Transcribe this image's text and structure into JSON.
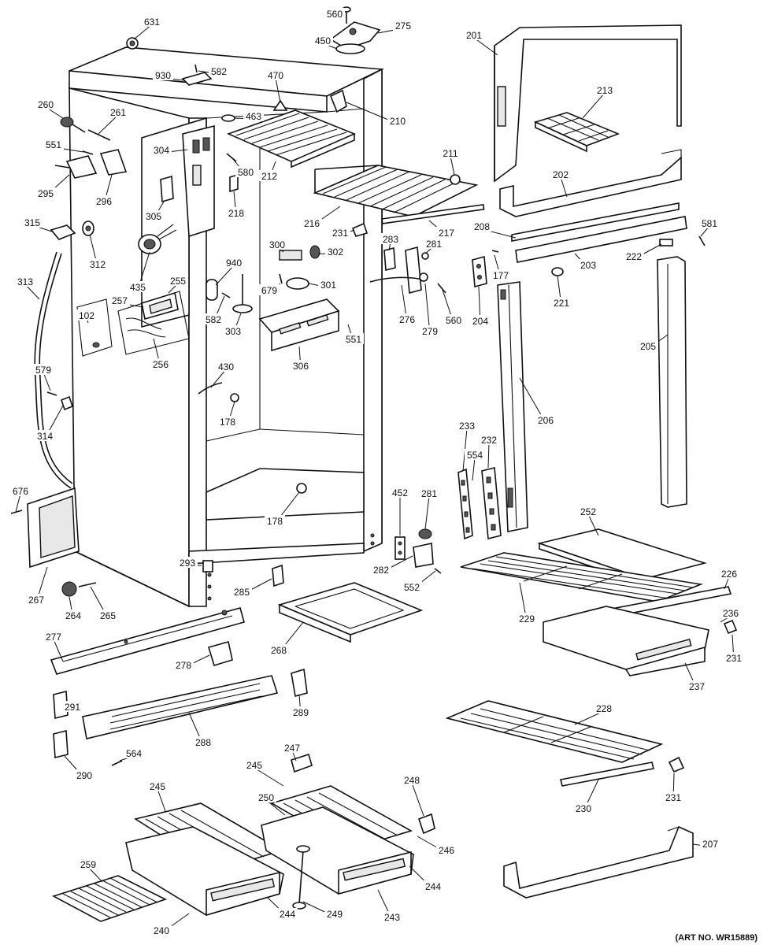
{
  "art_number": "(ART NO. WR15889)",
  "labels": [
    {
      "id": "631",
      "t": "631"
    },
    {
      "id": "560a",
      "t": "560"
    },
    {
      "id": "275",
      "t": "275"
    },
    {
      "id": "450",
      "t": "450"
    },
    {
      "id": "201",
      "t": "201"
    },
    {
      "id": "930",
      "t": "930"
    },
    {
      "id": "582a",
      "t": "582"
    },
    {
      "id": "470",
      "t": "470"
    },
    {
      "id": "260",
      "t": "260"
    },
    {
      "id": "261",
      "t": "261"
    },
    {
      "id": "463",
      "t": "463"
    },
    {
      "id": "210",
      "t": "210"
    },
    {
      "id": "213",
      "t": "213"
    },
    {
      "id": "551a",
      "t": "551"
    },
    {
      "id": "304",
      "t": "304"
    },
    {
      "id": "580",
      "t": "580"
    },
    {
      "id": "212",
      "t": "212"
    },
    {
      "id": "211",
      "t": "211"
    },
    {
      "id": "202",
      "t": "202"
    },
    {
      "id": "295",
      "t": "295"
    },
    {
      "id": "296",
      "t": "296"
    },
    {
      "id": "218",
      "t": "218"
    },
    {
      "id": "305",
      "t": "305"
    },
    {
      "id": "216",
      "t": "216"
    },
    {
      "id": "315",
      "t": "315"
    },
    {
      "id": "231a",
      "t": "231"
    },
    {
      "id": "217",
      "t": "217"
    },
    {
      "id": "208",
      "t": "208"
    },
    {
      "id": "581",
      "t": "581"
    },
    {
      "id": "283",
      "t": "283"
    },
    {
      "id": "312",
      "t": "312"
    },
    {
      "id": "300",
      "t": "300"
    },
    {
      "id": "281a",
      "t": "281"
    },
    {
      "id": "302",
      "t": "302"
    },
    {
      "id": "222",
      "t": "222"
    },
    {
      "id": "940",
      "t": "940"
    },
    {
      "id": "177",
      "t": "177"
    },
    {
      "id": "313",
      "t": "313"
    },
    {
      "id": "435",
      "t": "435"
    },
    {
      "id": "255",
      "t": "255"
    },
    {
      "id": "679",
      "t": "679"
    },
    {
      "id": "301",
      "t": "301"
    },
    {
      "id": "203",
      "t": "203"
    },
    {
      "id": "257",
      "t": "257"
    },
    {
      "id": "221",
      "t": "221"
    },
    {
      "id": "582b",
      "t": "582"
    },
    {
      "id": "276",
      "t": "276"
    },
    {
      "id": "204",
      "t": "204"
    },
    {
      "id": "102",
      "t": "102"
    },
    {
      "id": "560b",
      "t": "560"
    },
    {
      "id": "279",
      "t": "279"
    },
    {
      "id": "303",
      "t": "303"
    },
    {
      "id": "551b",
      "t": "551"
    },
    {
      "id": "205",
      "t": "205"
    },
    {
      "id": "306",
      "t": "306"
    },
    {
      "id": "256",
      "t": "256"
    },
    {
      "id": "579",
      "t": "579"
    },
    {
      "id": "430",
      "t": "430"
    },
    {
      "id": "206",
      "t": "206"
    },
    {
      "id": "178a",
      "t": "178"
    },
    {
      "id": "314",
      "t": "314"
    },
    {
      "id": "233",
      "t": "233"
    },
    {
      "id": "232",
      "t": "232"
    },
    {
      "id": "554",
      "t": "554"
    },
    {
      "id": "676",
      "t": "676"
    },
    {
      "id": "452",
      "t": "452"
    },
    {
      "id": "281b",
      "t": "281"
    },
    {
      "id": "178b",
      "t": "178"
    },
    {
      "id": "252",
      "t": "252"
    },
    {
      "id": "293",
      "t": "293"
    },
    {
      "id": "282",
      "t": "282"
    },
    {
      "id": "226",
      "t": "226"
    },
    {
      "id": "552",
      "t": "552"
    },
    {
      "id": "267",
      "t": "267"
    },
    {
      "id": "285",
      "t": "285"
    },
    {
      "id": "264",
      "t": "264"
    },
    {
      "id": "265",
      "t": "265"
    },
    {
      "id": "229",
      "t": "229"
    },
    {
      "id": "236",
      "t": "236"
    },
    {
      "id": "277",
      "t": "277"
    },
    {
      "id": "268",
      "t": "268"
    },
    {
      "id": "231b",
      "t": "231"
    },
    {
      "id": "278",
      "t": "278"
    },
    {
      "id": "237",
      "t": "237"
    },
    {
      "id": "291",
      "t": "291"
    },
    {
      "id": "289",
      "t": "289"
    },
    {
      "id": "228",
      "t": "228"
    },
    {
      "id": "288",
      "t": "288"
    },
    {
      "id": "247",
      "t": "247"
    },
    {
      "id": "564",
      "t": "564"
    },
    {
      "id": "290",
      "t": "290"
    },
    {
      "id": "245a",
      "t": "245"
    },
    {
      "id": "231c",
      "t": "231"
    },
    {
      "id": "230",
      "t": "230"
    },
    {
      "id": "248",
      "t": "248"
    },
    {
      "id": "245b",
      "t": "245"
    },
    {
      "id": "250",
      "t": "250"
    },
    {
      "id": "207",
      "t": "207"
    },
    {
      "id": "246",
      "t": "246"
    },
    {
      "id": "259",
      "t": "259"
    },
    {
      "id": "244a",
      "t": "244"
    },
    {
      "id": "244b",
      "t": "244"
    },
    {
      "id": "249",
      "t": "249"
    },
    {
      "id": "243",
      "t": "243"
    },
    {
      "id": "240",
      "t": "240"
    }
  ]
}
